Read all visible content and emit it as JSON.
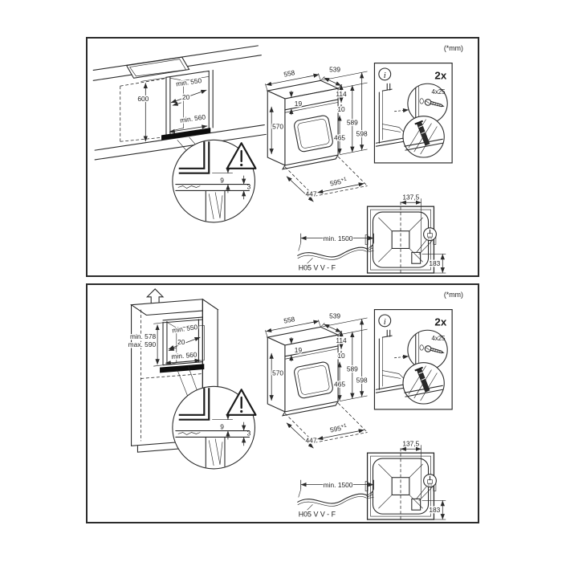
{
  "unit_note": "(*mm)",
  "worktop_panel": {
    "niche_height": "600"
  },
  "column_panel": {
    "niche_height_min": "min. 578",
    "niche_height_max": "max. 590"
  },
  "niche": {
    "depth": "min. 550",
    "side_gap": "20",
    "width": "min. 560"
  },
  "oven": {
    "top_depth": "539",
    "top_width": "558",
    "front_trim": "19",
    "door_height": "570",
    "d114": "114",
    "d10": "10",
    "d465": "465",
    "d589": "589",
    "d598": "598",
    "niche_width": "595",
    "niche_width_tolerance": "+1",
    "floor_depth": "447"
  },
  "detail_circle": {
    "overlap": "9",
    "gap": "3"
  },
  "info_box": {
    "icon_glyph": "i",
    "quantity": "2x",
    "screw_size": "4x25"
  },
  "rear_view": {
    "center_offset": "137,5",
    "bottom_offset": "183"
  },
  "power_cable": {
    "min_length": "min. 1500",
    "cable_type": "H05 V V - F"
  }
}
